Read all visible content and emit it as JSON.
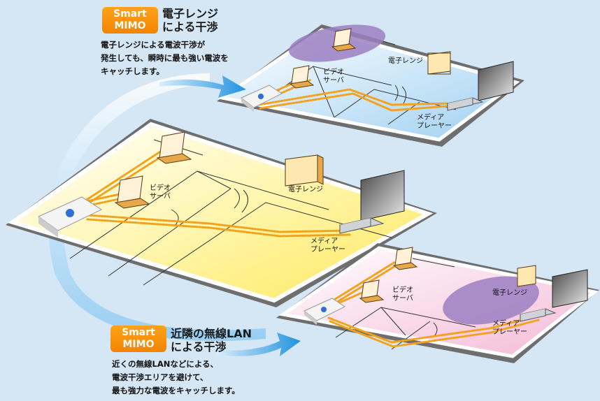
{
  "callout_top": {
    "badge": [
      "Smart",
      "MIMO"
    ],
    "title": [
      "電子レンジ",
      "による干渉"
    ],
    "description": [
      "電子レンジによる電波干渉が",
      "発生しても、瞬時に最も強い電波を",
      "キャッチします。"
    ]
  },
  "callout_bottom": {
    "badge": [
      "Smart",
      "MIMO"
    ],
    "title": [
      "近隣の無線LAN",
      "による干渉"
    ],
    "description": [
      "近くの無線LANなどによる、",
      "電波干渉エリアを避けて、",
      "最も強力な電波をキャッチします。"
    ]
  },
  "labels": {
    "video_server": [
      "ビデオ",
      "サーバ"
    ],
    "microwave": "電子レンジ",
    "media_player": [
      "メディア",
      "プレーヤー"
    ]
  },
  "colors": {
    "background": "#d5e6f4",
    "badge": "#f7941d",
    "top_floor": "#cfe6f6",
    "center_floor": "#fff7b4",
    "bottom_floor": "#fbe0ee",
    "interference_zone": "#9b7fc2",
    "signal_path": "#f3a21c",
    "arrow": "#2c9be0"
  }
}
